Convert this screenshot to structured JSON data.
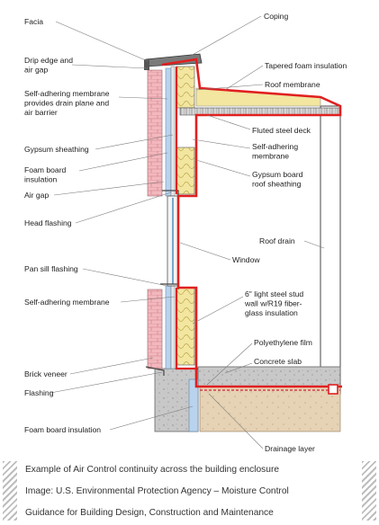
{
  "labels_left": [
    [
      "Facia"
    ],
    [
      "Drip edge and",
      "air gap"
    ],
    [
      "Self-adhering membrane",
      "provides drain plane and",
      "air barrier"
    ],
    [
      "Gypsum sheathing"
    ],
    [
      "Foam board",
      "insulation"
    ],
    [
      "Air gap"
    ],
    [
      "Head flashing"
    ],
    [
      "Pan sill flashing"
    ],
    [
      "Self-adhering membrane"
    ],
    [
      "Brick veneer"
    ],
    [
      "Flashing"
    ],
    [
      "Foam board insulation"
    ]
  ],
  "labels_right": [
    [
      "Coping"
    ],
    [
      "Tapered foam insulation"
    ],
    [
      "Roof membrane"
    ],
    [
      "Fluted steel deck"
    ],
    [
      "Self-adhering",
      "membrane"
    ],
    [
      "Gypsum board",
      "roof sheathing"
    ],
    [
      "Roof drain"
    ],
    [
      "Window"
    ],
    [
      "6\" light steel stud",
      "wall w/R19 fiber-",
      "glass insulation"
    ],
    [
      "Polyethylene film"
    ],
    [
      "Concrete slab"
    ],
    [
      "Drainage layer"
    ]
  ],
  "caption": [
    "Example of Air Control continuity across the building enclosure",
    "Image: U.S. Environmental Protection Agency – Moisture Control",
    "Guidance for Building Design, Construction and Maintenance"
  ],
  "colors": {
    "air_barrier": "#e02020",
    "brick": "#f2b8bd",
    "insulation": "#f2e6a0",
    "foam_board": "#b9d3ee",
    "concrete": "#c8c8c8",
    "ground": "#e6d2b4"
  }
}
